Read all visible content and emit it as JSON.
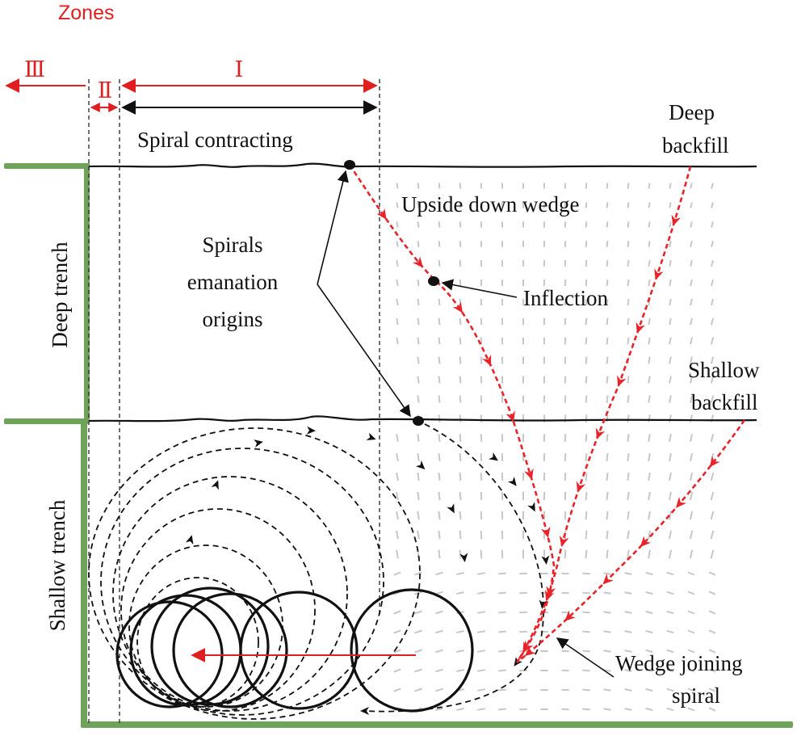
{
  "colors": {
    "wall": "#6fa35a",
    "wedge": "#e8232a",
    "zone": "#e02020",
    "text": "#111111",
    "vector": "#b5b5b5"
  },
  "zones": {
    "header": "Zones",
    "zone3": "Ⅲ",
    "zone2": "Ⅱ",
    "zone1": "Ⅰ"
  },
  "labels": {
    "spiral_contracting": "Spiral contracting",
    "deep_backfill_1": "Deep",
    "deep_backfill_2": "backfill",
    "upside_down_wedge": "Upside down wedge",
    "spirals_origins_1": "Spirals",
    "spirals_origins_2": "emanation",
    "spirals_origins_3": "origins",
    "inflection": "Inflection",
    "shallow_backfill_1": "Shallow",
    "shallow_backfill_2": "backfill",
    "deep_trench": "Deep trench",
    "shallow_trench": "Shallow trench",
    "wedge_joining_1": "Wedge joining",
    "wedge_joining_2": "spiral"
  }
}
